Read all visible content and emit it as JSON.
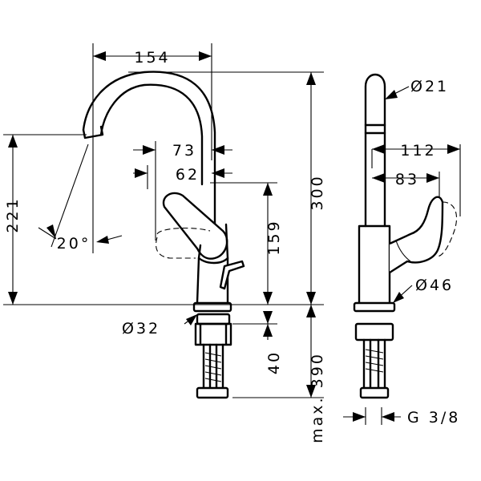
{
  "dimensions": {
    "width_154": "154",
    "diameter_21": "Ø21",
    "height_221": "221",
    "spout_73": "73",
    "spout_62": "62",
    "angle_20": "20°",
    "height_300": "300",
    "handle_112": "112",
    "handle_83": "83",
    "height_159": "159",
    "diameter_46": "Ø46",
    "diameter_32": "Ø32",
    "thread_40": "40",
    "max_390": "max. 390",
    "connection_g38": "G 3/8"
  }
}
